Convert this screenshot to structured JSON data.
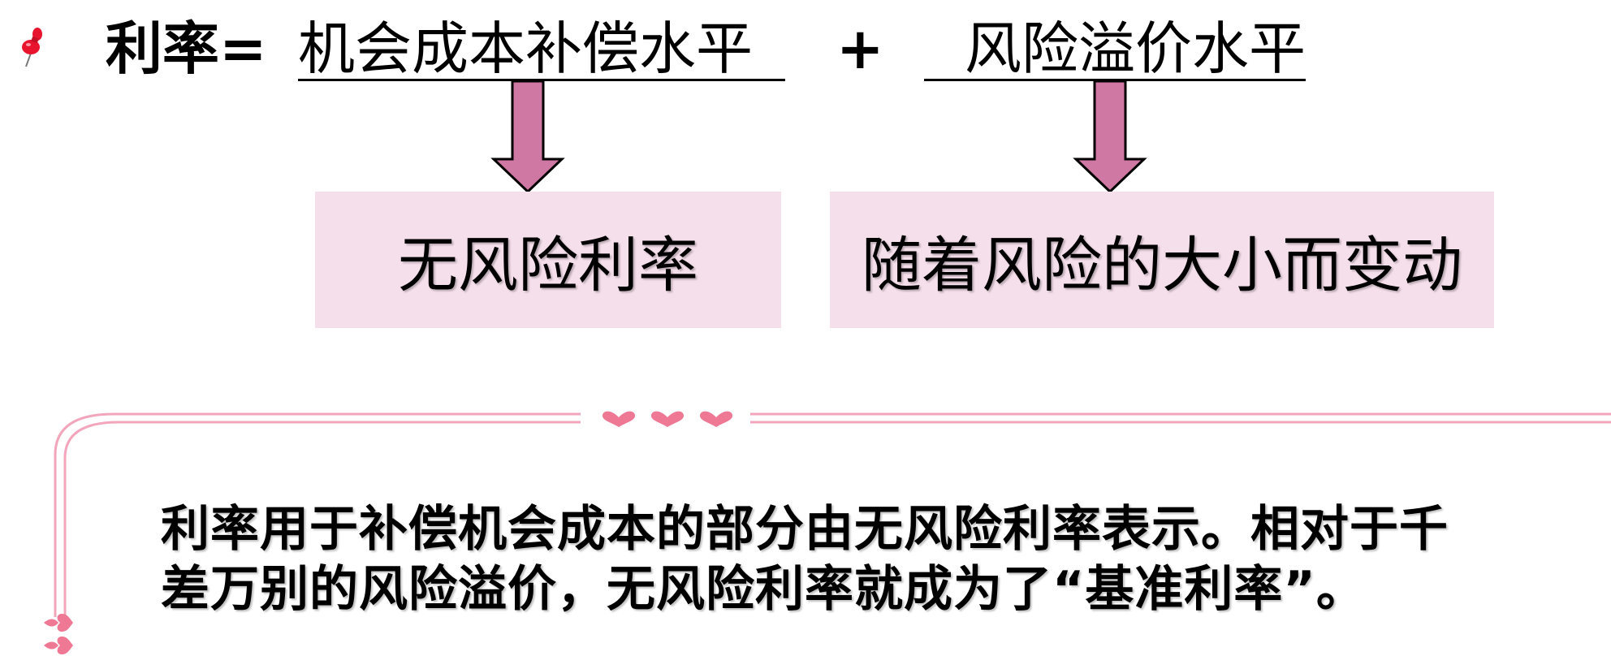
{
  "formula": {
    "prefix": "利率=",
    "term1": "机会成本补偿水平",
    "plus": "+",
    "term2": "风险溢价水平"
  },
  "boxes": {
    "risk_free": "无风险利率",
    "risk_varies": "随着风险的大小而变动"
  },
  "note": {
    "line1": "利率用于补偿机会成本的部分由无风险利率表示。相对于千",
    "line2": "差万别的风险溢价，无风险利率就成为了“基准利率”。"
  },
  "colors": {
    "arrow_fill": "#d078a4",
    "box_fill": "#f5dfeb",
    "frame": "#f3a5bb",
    "heart": "#ef7895",
    "pin": "#e8142e"
  },
  "icons": {
    "pin": "pushpin-icon",
    "heart": "heart-icon"
  }
}
